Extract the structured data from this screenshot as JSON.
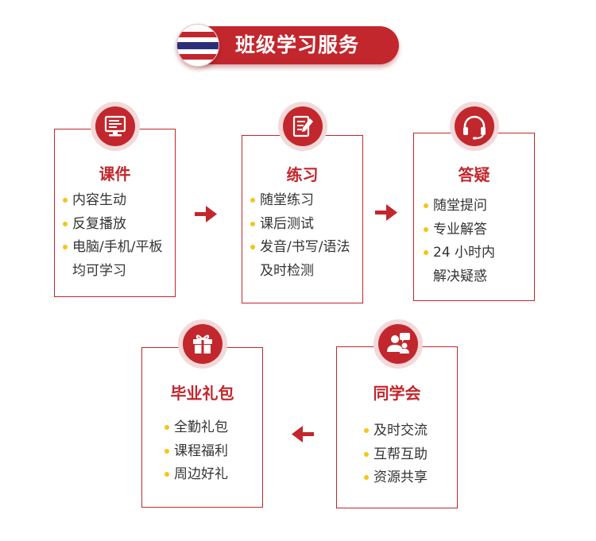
{
  "header": {
    "title": "班级学习服务",
    "flag_icon": "thailand-flag-icon"
  },
  "colors": {
    "accent": "#c2272d",
    "bullet": "#f5c518",
    "text": "#333333"
  },
  "cards": {
    "courseware": {
      "title": "课件",
      "items": [
        "内容生动",
        "反复播放",
        "电脑/手机/平板",
        "均可学习"
      ]
    },
    "practice": {
      "title": "练习",
      "items": [
        "随堂练习",
        "课后测试",
        "发音/书写/语法",
        "及时检测"
      ]
    },
    "qa": {
      "title": "答疑",
      "items": [
        "随堂提问",
        "专业解答",
        "24 小时内",
        "解决疑惑"
      ]
    },
    "classmates": {
      "title": "同学会",
      "items": [
        "及时交流",
        "互帮互助",
        "资源共享"
      ]
    },
    "graduation": {
      "title": "毕业礼包",
      "items": [
        "全勤礼包",
        "课程福利",
        "周边好礼"
      ]
    }
  }
}
